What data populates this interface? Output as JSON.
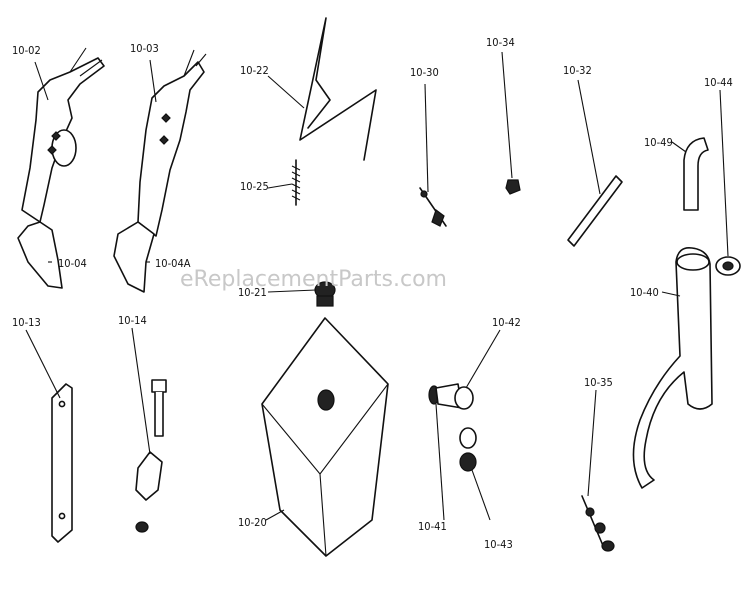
{
  "watermark": "eReplacementParts.com",
  "labels": [
    {
      "id": "l-10-02",
      "text": "10-02"
    },
    {
      "id": "l-10-03",
      "text": "10-03"
    },
    {
      "id": "l-10-22",
      "text": "10-22"
    },
    {
      "id": "l-10-30",
      "text": "10-30"
    },
    {
      "id": "l-10-34",
      "text": "10-34"
    },
    {
      "id": "l-10-32",
      "text": "10-32"
    },
    {
      "id": "l-10-44",
      "text": "10-44"
    },
    {
      "id": "l-10-49",
      "text": "10-49"
    },
    {
      "id": "l-10-25",
      "text": "10-25"
    },
    {
      "id": "l-10-04",
      "text": "10-04"
    },
    {
      "id": "l-10-04A",
      "text": "10-04A"
    },
    {
      "id": "l-10-21",
      "text": "10-21"
    },
    {
      "id": "l-10-40",
      "text": "10-40"
    },
    {
      "id": "l-10-13",
      "text": "10-13"
    },
    {
      "id": "l-10-14",
      "text": "10-14"
    },
    {
      "id": "l-10-42",
      "text": "10-42"
    },
    {
      "id": "l-10-35",
      "text": "10-35"
    },
    {
      "id": "l-10-20",
      "text": "10-20"
    },
    {
      "id": "l-10-41",
      "text": "10-41"
    },
    {
      "id": "l-10-43",
      "text": "10-43"
    }
  ]
}
